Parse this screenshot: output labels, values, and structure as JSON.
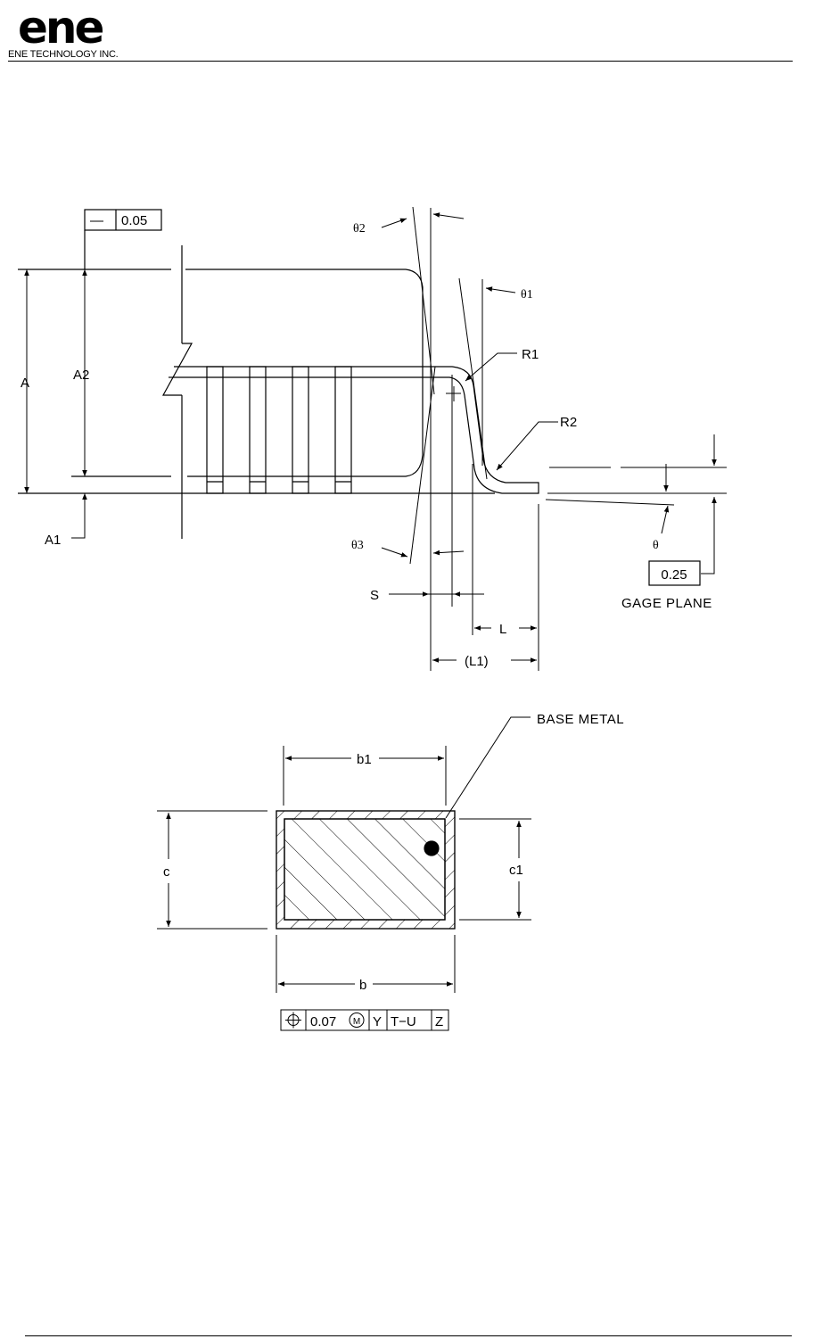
{
  "header": {
    "logo_text": "ene",
    "company_name": "ENE TECHNOLOGY INC."
  },
  "profile": {
    "flatness_symbol": "—",
    "flatness_value": "0.05",
    "label_A": "A",
    "label_A2": "A2",
    "label_A1": "A1",
    "label_theta2": "θ2",
    "label_theta1": "θ1",
    "label_theta3": "θ3",
    "label_theta": "θ",
    "label_R1": "R1",
    "label_R2": "R2",
    "label_S": "S",
    "label_L": "L",
    "label_L1": "(L1)",
    "gage_value": "0.25",
    "gage_label": "GAGE PLANE"
  },
  "section": {
    "base_metal_label": "BASE METAL",
    "label_b1": "b1",
    "label_b": "b",
    "label_c": "c",
    "label_c1": "c1",
    "tolerance_frame": {
      "symbol": "⌖",
      "value": "0.07",
      "modifier": "M",
      "datum_1": "Y",
      "datum_2": "T−U",
      "datum_3": "Z"
    }
  }
}
